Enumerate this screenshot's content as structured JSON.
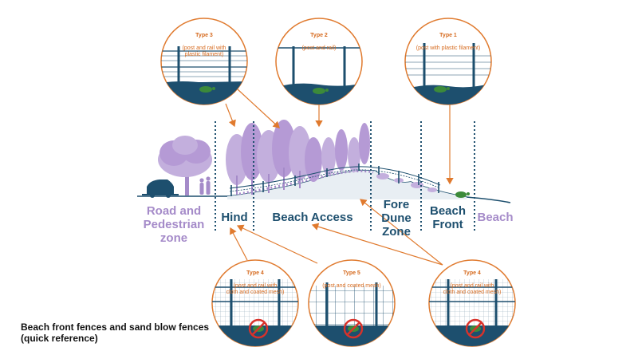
{
  "colors": {
    "navy": "#1d4f6e",
    "purple": "#a58bc9",
    "orange": "#e07a2e",
    "red": "#d9322a",
    "turtle": "#3c8a3a"
  },
  "zones": {
    "road": "Road and\nPedestrian\nzone",
    "hind": "Hind",
    "access": "Beach Access",
    "fore": "Fore\nDune\nZone",
    "front": "Beach\nFront",
    "beach": "Beach"
  },
  "callouts": [
    {
      "id": "type3",
      "type": "Type 3",
      "desc": "(post and rail with\nplastic filament)"
    },
    {
      "id": "type2",
      "type": "Type 2",
      "desc": "(post and rail)"
    },
    {
      "id": "type1",
      "type": "Type 1",
      "desc": "(post with plastic filament)"
    },
    {
      "id": "type4a",
      "type": "Type 4",
      "desc": "(post and rail with\ncloth and coated mesh)"
    },
    {
      "id": "type5",
      "type": "Type 5",
      "desc": "(post and coated mesh)"
    },
    {
      "id": "type4b",
      "type": "Type 4",
      "desc": "(post and rail with\ncloth and coated mesh)"
    }
  ],
  "caption": "Beach front fences and sand blow fences\n(quick reference)"
}
